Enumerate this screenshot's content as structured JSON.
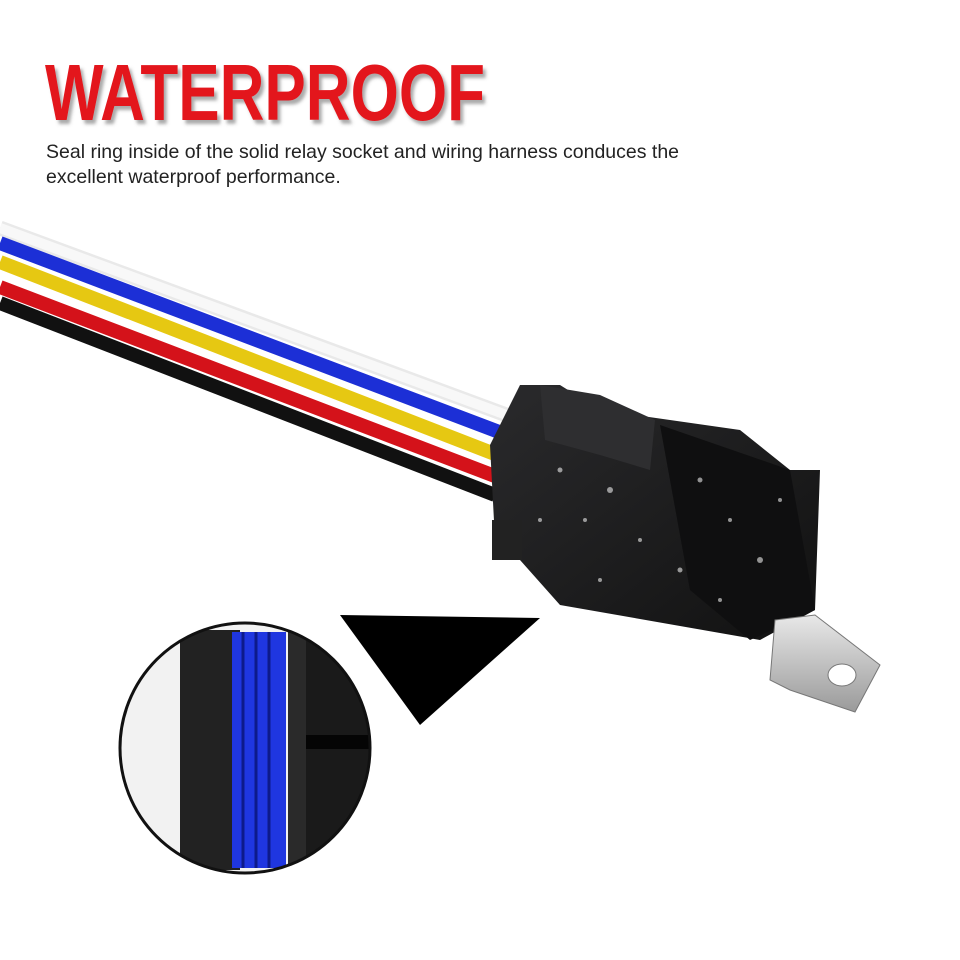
{
  "heading": {
    "title": "WATERPROOF",
    "subtitle_line1": "Seal ring inside of the solid relay socket and wiring harness conduces the",
    "subtitle_line2": "excellent waterproof performance."
  },
  "colors": {
    "title_red": "#e3141e",
    "wire_white": "#f4f4f4",
    "wire_blue": "#1c2fd6",
    "wire_yellow": "#e6c812",
    "wire_red": "#d4121a",
    "wire_black": "#111111",
    "relay_body": "#1b1b1d",
    "seal_ring": "#1f36e0"
  },
  "product": {
    "name_icon": "waterproof-relay-with-harness",
    "detail_inset": "seal-ring-closeup"
  }
}
